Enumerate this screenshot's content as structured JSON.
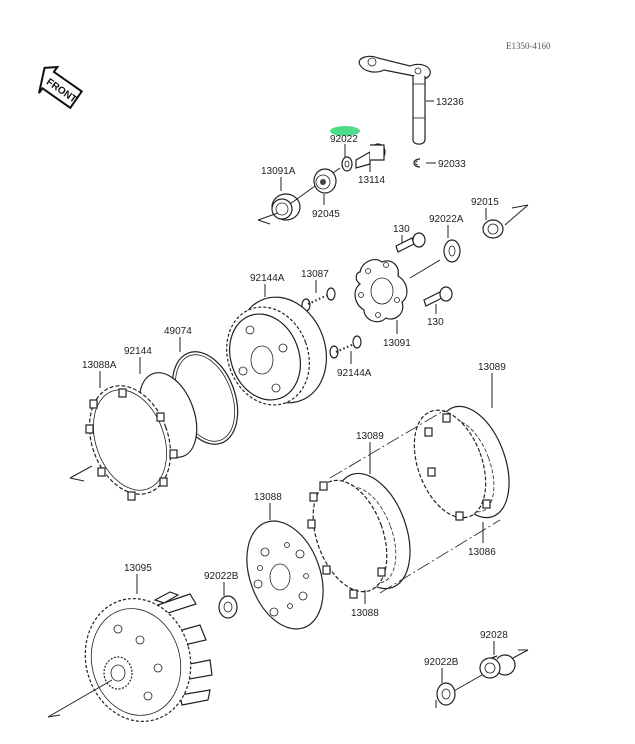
{
  "diagram": {
    "reference_code": "E1350-4160",
    "front_badge": "FRONT",
    "highlight_color": "#4fdc8a",
    "highlighted_part": "92022",
    "parts": [
      {
        "id": "13236",
        "label": "13236"
      },
      {
        "id": "92022",
        "label": "92022"
      },
      {
        "id": "92033",
        "label": "92033"
      },
      {
        "id": "13114",
        "label": "13114"
      },
      {
        "id": "13091A",
        "label": "13091A"
      },
      {
        "id": "92045",
        "label": "92045"
      },
      {
        "id": "92015",
        "label": "92015"
      },
      {
        "id": "130-upper",
        "label": "130"
      },
      {
        "id": "92022A",
        "label": "92022A"
      },
      {
        "id": "130-lower",
        "label": "130"
      },
      {
        "id": "13091",
        "label": "13091"
      },
      {
        "id": "13087",
        "label": "13087"
      },
      {
        "id": "92144A-upper",
        "label": "92144A"
      },
      {
        "id": "92144A-lower",
        "label": "92144A"
      },
      {
        "id": "49074",
        "label": "49074"
      },
      {
        "id": "92144",
        "label": "92144"
      },
      {
        "id": "13088A",
        "label": "13088A"
      },
      {
        "id": "13089-right",
        "label": "13089"
      },
      {
        "id": "13089-mid",
        "label": "13089"
      },
      {
        "id": "13086",
        "label": "13086"
      },
      {
        "id": "13088-right",
        "label": "13088"
      },
      {
        "id": "13088-mid",
        "label": "13088"
      },
      {
        "id": "13095",
        "label": "13095"
      },
      {
        "id": "92022B-left",
        "label": "92022B"
      },
      {
        "id": "92028",
        "label": "92028"
      },
      {
        "id": "92022B-right",
        "label": "92022B"
      }
    ]
  }
}
